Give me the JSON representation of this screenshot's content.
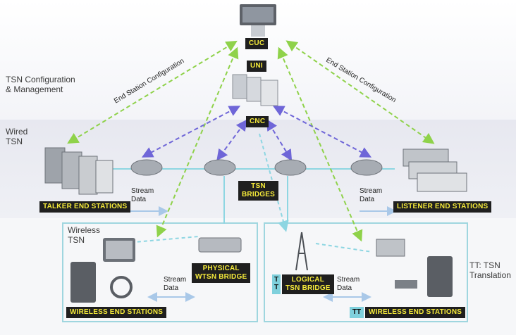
{
  "regions": {
    "config_label": "TSN Configuration\n& Management",
    "wired_label": "Wired\nTSN",
    "wireless_label": "Wireless\nTSN"
  },
  "nodes": {
    "cuc": "CUC",
    "uni": "UNI",
    "cnc": "CNC",
    "tsn_bridges": "TSN\nBRIDGES",
    "talker": "TALKER END STATIONS",
    "listener": "LISTENER END STATIONS",
    "wireless_left": "WIRELESS END STATIONS",
    "wireless_right": "WIRELESS END STATIONS",
    "physical_bridge": "PHYSICAL\nWTSN BRIDGE",
    "logical_bridge": "LOGICAL\nTSN BRIDGE",
    "tt_small": "T\nT",
    "tt_label": "TT"
  },
  "flows": {
    "stream_data": "Stream\nData",
    "end_station_config": "End Station Configuration"
  },
  "legend": {
    "tt_translation": "TT: TSN\nTranslation"
  },
  "colors": {
    "green_arrow": "#8fd24a",
    "purple_arrow": "#6f66d8",
    "cyan_line": "#8ed6e2",
    "tag_bg": "#1f1f1f",
    "tag_text": "#f5ea3a"
  }
}
